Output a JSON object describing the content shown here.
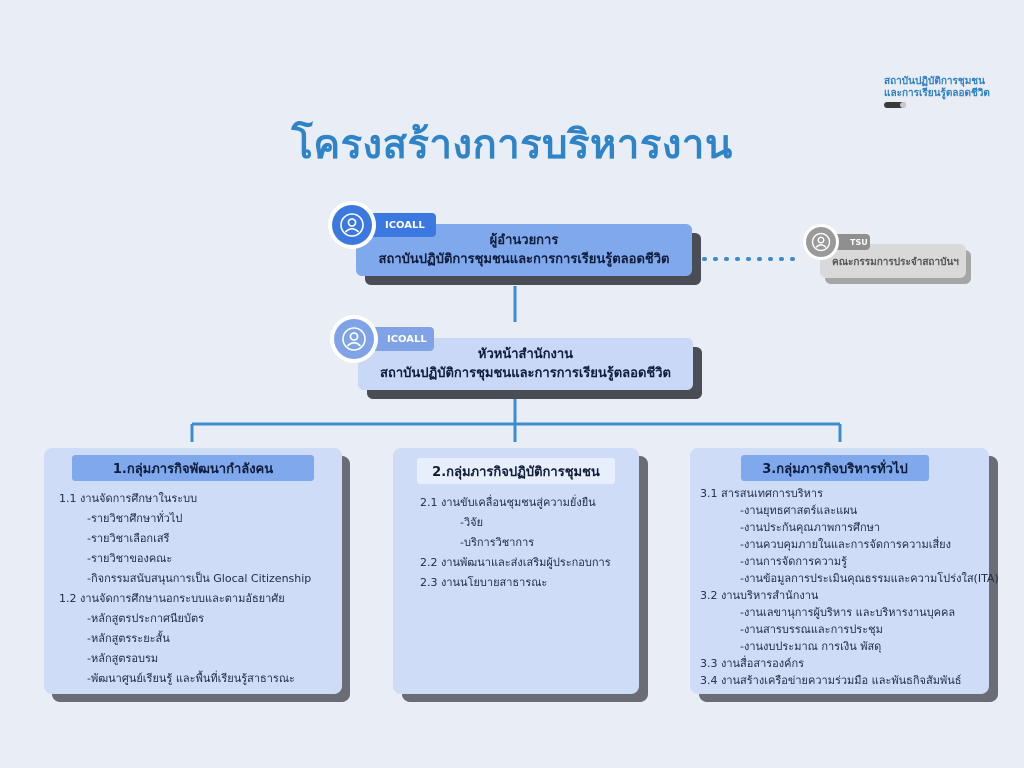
{
  "brand": {
    "line1": "สถาบันปฏิบัติการชุมชน",
    "line2": "และการเรียนรู้ตลอดชีวิต"
  },
  "title": "โครงสร้างการบริหารงาน",
  "director": {
    "badge": "ICOALL",
    "line1": "ผู้อำนวยการ",
    "line2": "สถาบันปฏิบัติการชุมชนและการการเรียนรู้ตลอดชีวิต"
  },
  "committee": {
    "badge": "TSU",
    "label": "คณะกรรมการประจำสถาบันฯ"
  },
  "office_head": {
    "badge": "ICOALL",
    "line1": "หัวหน้าสำนักงาน",
    "line2": "สถาบันปฏิบัติการชุมชนและการการเรียนรู้ตลอดชีวิต"
  },
  "groups": [
    {
      "title": "1.กลุ่มภารกิจพัฒนากำลังคน",
      "items": [
        {
          "text": "1.1 งานจัดการศึกษาในระบบ",
          "level": 0
        },
        {
          "text": "-รายวิชาศึกษาทั่วไป",
          "level": 1
        },
        {
          "text": "-รายวิชาเลือกเสรี",
          "level": 1
        },
        {
          "text": "-รายวิชาของคณะ",
          "level": 1
        },
        {
          "text": "-กิจกรรมสนับสนุนการเป็น Glocal Citizenship",
          "level": 1
        },
        {
          "text": "1.2 งานจัดการศึกษานอกระบบและตามอัธยาศัย",
          "level": 0
        },
        {
          "text": "-หลักสูตรประกาศนียบัตร",
          "level": 1
        },
        {
          "text": "-หลักสูตรระยะสั้น",
          "level": 1
        },
        {
          "text": "-หลักสูตรอบรม",
          "level": 1
        },
        {
          "text": "-พัฒนาศูนย์เรียนรู้ และพื้นที่เรียนรู้สาธารณะ",
          "level": 1
        }
      ]
    },
    {
      "title": "2.กลุ่มภารกิจปฏิบัติการชุมชน",
      "items": [
        {
          "text": "2.1 งานขับเคลื่อนชุมชนสู่ความยั่งยืน",
          "level": 0
        },
        {
          "text": "-วิจัย",
          "level": 2
        },
        {
          "text": "-บริการวิชาการ",
          "level": 2
        },
        {
          "text": "2.2 งานพัฒนาและส่งเสริมผู้ประกอบการ",
          "level": 0
        },
        {
          "text": "2.3 งานนโยบายสาธารณะ",
          "level": 0
        }
      ]
    },
    {
      "title": "3.กลุ่มภารกิจบริหารทั่วไป",
      "items": [
        {
          "text": "3.1 สารสนเทศการบริหาร",
          "level": 0
        },
        {
          "text": "-งานยุทธศาสตร์และแผน",
          "level": 2
        },
        {
          "text": "-งานประกันคุณภาพการศึกษา",
          "level": 2
        },
        {
          "text": "-งานควบคุมภายในและการจัดการความเสี่ยง",
          "level": 2
        },
        {
          "text": "-งานการจัดการความรู้",
          "level": 2
        },
        {
          "text": "-งานข้อมูลการประเมินคุณธรรมและความโปร่งใส(ITA)",
          "level": 2
        },
        {
          "text": "3.2 งานบริหารสำนักงาน",
          "level": 0
        },
        {
          "text": "-งานเลขานุการผู้บริหาร และบริหารงานบุคคล",
          "level": 2
        },
        {
          "text": "-งานสารบรรณและการประชุม",
          "level": 2
        },
        {
          "text": "-งานงบประมาณ การเงิน พัสดุ",
          "level": 2
        },
        {
          "text": "3.3 งานสื่อสารองค์กร",
          "level": 0
        },
        {
          "text": "3.4 งานสร้างเครือข่ายความร่วมมือ และพันธกิจสัมพันธ์",
          "level": 0
        }
      ]
    }
  ],
  "colors": {
    "background": "#e9eef6",
    "title": "#2f84c8",
    "accent": "#3b78e0",
    "box": "#7fa9ec",
    "card": "#cfdcf7",
    "connector": "#3d8dcc"
  },
  "icons": {
    "user": "user-circle-icon"
  }
}
